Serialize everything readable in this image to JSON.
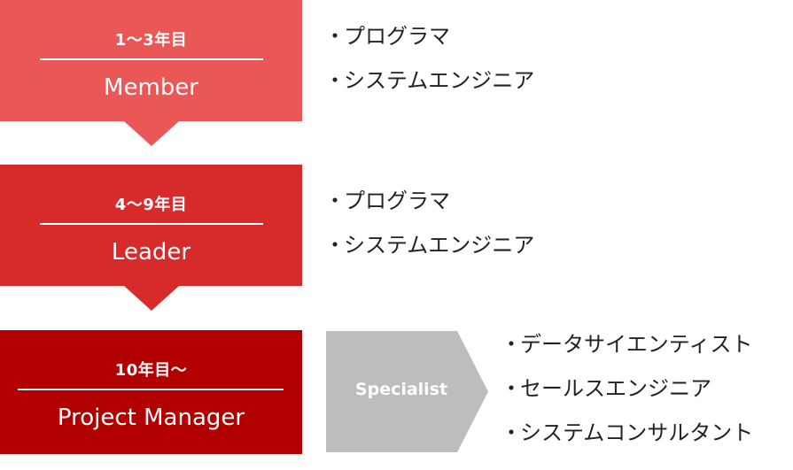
{
  "stages": [
    {
      "years": "1〜3年目",
      "role": "Member",
      "color": "#e95857",
      "jobs": [
        "プログラマ",
        "システムエンジニア"
      ]
    },
    {
      "years": "4〜9年目",
      "role": "Leader",
      "color": "#d62a2b",
      "jobs": [
        "プログラマ",
        "システムエンジニア"
      ]
    },
    {
      "years": "10年目〜",
      "role": "Project Manager",
      "color": "#b20000",
      "branch": "Specialist",
      "branch_color": "#bdbdbd",
      "jobs": [
        "データサイエンティスト",
        "セールスエンジニア",
        "システムコンサルタント"
      ]
    }
  ],
  "bullet_glyph": "・"
}
